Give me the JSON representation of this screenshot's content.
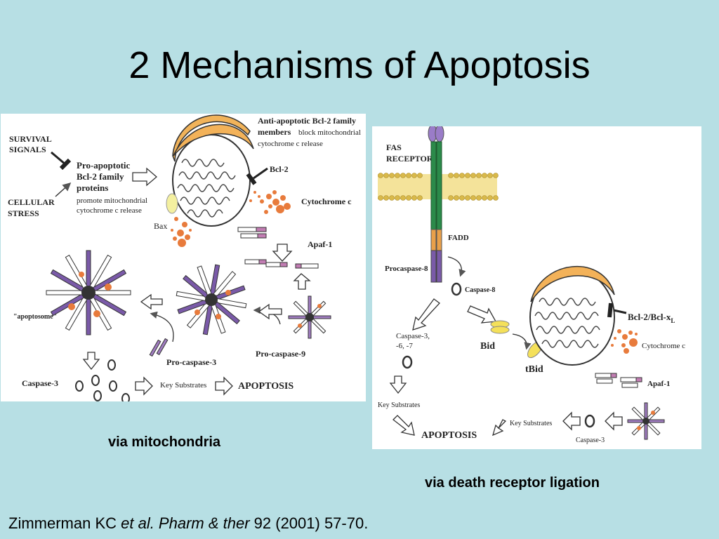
{
  "slide": {
    "title": "2 Mechanisms of Apoptosis",
    "caption_left": "via mitochondria",
    "caption_right": "via death receptor ligation",
    "citation": {
      "author": "Zimmerman KC ",
      "etal": "et al. Pharm & ther",
      "ref": " 92 (2001) 57-70."
    }
  },
  "left_diagram": {
    "survival_signals": [
      "SURVIVAL",
      "SIGNALS"
    ],
    "cellular_stress": [
      "CELLULAR",
      "STRESS"
    ],
    "pro_apoptotic": [
      "Pro-apoptotic",
      "Bcl-2 family",
      "proteins"
    ],
    "pro_apoptotic_note": [
      "promote mitochondrial",
      "cytochrome  c release"
    ],
    "anti_apoptotic": [
      "Anti-apoptotic Bcl-2 family",
      "members"
    ],
    "anti_apoptotic_note": [
      "block mitochondrial",
      "cytochrome c release"
    ],
    "bcl2": "Bcl-2",
    "cytochrome_c": "Cytochrome c",
    "bax": "Bax",
    "apaf1": "Apaf-1",
    "apoptosome": "\"apoptosome\"",
    "pro_caspase_3": "Pro-caspase-3",
    "pro_caspase_9": "Pro-caspase-9",
    "caspase_3": "Caspase-3",
    "key_substrates": "Key Substrates",
    "apoptosis": "APOPTOSIS"
  },
  "right_diagram": {
    "fas_receptor": [
      "FAS",
      "RECEPTOR"
    ],
    "fadd": "FADD",
    "procaspase_8": "Procaspase-8",
    "caspase_8": "Caspase-8",
    "caspase_367": [
      "Caspase-3,",
      "-6, -7"
    ],
    "bid": "Bid",
    "tbid": "tBid",
    "bcl2_bclxl": "Bcl-2/Bcl-x",
    "bclxl_sub": "L",
    "cytochrome_c": "Cytochrome c",
    "apaf1": "Apaf-1",
    "key_substrates_left": "Key Substrates",
    "key_substrates_bottom": "Key Substrates",
    "caspase_3": "Caspase-3",
    "apoptosis": "APOPTOSIS"
  }
}
